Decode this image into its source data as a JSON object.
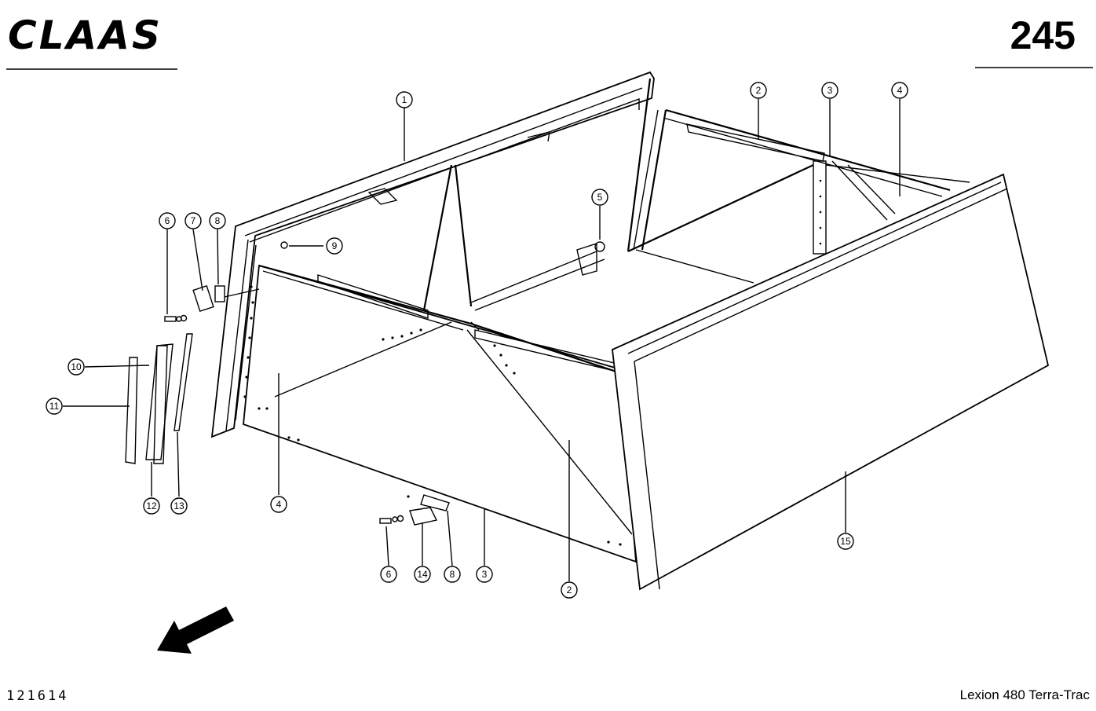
{
  "header": {
    "brand": "CLAAS",
    "page_number": "245"
  },
  "footer": {
    "drawing_code": "121614",
    "model": "Lexion 480 Terra-Trac"
  },
  "callouts": [
    "1",
    "2",
    "3",
    "4",
    "5",
    "6",
    "7",
    "8",
    "9",
    "10",
    "11",
    "12",
    "13",
    "14",
    "15"
  ]
}
